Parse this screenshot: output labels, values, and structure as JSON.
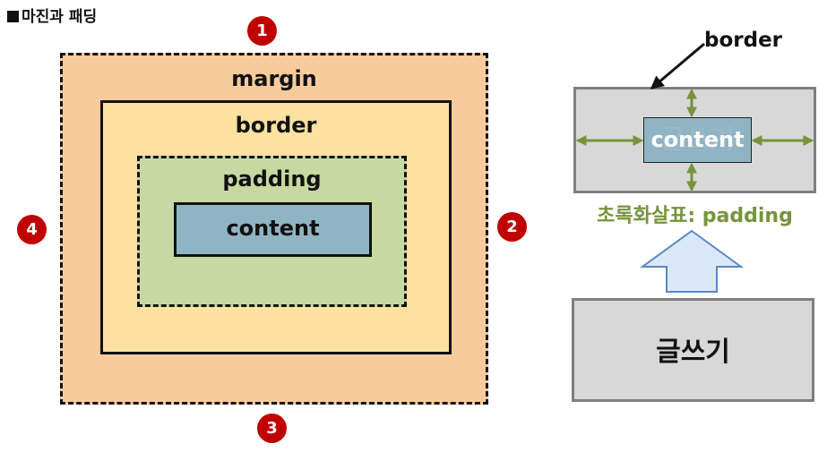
{
  "title": "마진과 패딩",
  "box_model": {
    "margin_label": "margin",
    "border_label": "border",
    "padding_label": "padding",
    "content_label": "content",
    "markers": [
      "1",
      "2",
      "3",
      "4"
    ]
  },
  "example": {
    "border_label": "border",
    "content_label": "content",
    "ghost_text": "글쓰기",
    "padding_caption": "초록화살표: padding",
    "source_label": "글쓰기"
  },
  "colors": {
    "margin": "#f7cb9c",
    "border": "#fde1a0",
    "padding": "#c7d8a0",
    "content": "#8fb4c4",
    "marker": "#c00000",
    "green_arrow": "#77933c",
    "up_arrow": "#dbe8fb",
    "gray_box": "#d8d8d8"
  }
}
